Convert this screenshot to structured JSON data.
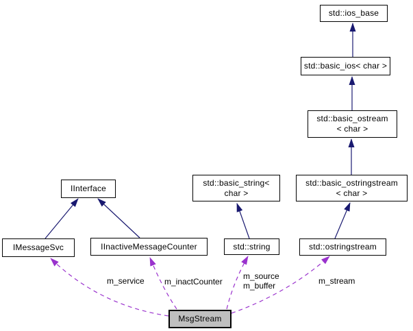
{
  "diagram": {
    "type": "doxygen-collaboration-diagram",
    "colors": {
      "inheritance_edge": "#191970",
      "usage_edge": "#9a32cd",
      "node_fill": "#ffffff",
      "node_border": "#000000",
      "focus_node_fill": "#bfbfbf",
      "text": "#000000",
      "background": "#ffffff"
    },
    "nodes": {
      "ios_base": {
        "label": "std::ios_base"
      },
      "basic_ios": {
        "label": "std::basic_ios< char >"
      },
      "basic_ostream": {
        "line1": "std::basic_ostream",
        "line2": "< char >"
      },
      "basic_ostringstream": {
        "line1": "std::basic_ostringstream",
        "line2": "< char >"
      },
      "ostringstream": {
        "label": "std::ostringstream"
      },
      "basic_string": {
        "line1": "std::basic_string<",
        "line2": "char >"
      },
      "string": {
        "label": "std::string"
      },
      "iinterface": {
        "label": "IInterface"
      },
      "imessagesvc": {
        "label": "IMessageSvc"
      },
      "iinactivemessagecounter": {
        "label": "IInactiveMessageCounter"
      },
      "msgstream": {
        "label": "MsgStream"
      }
    },
    "edge_labels": {
      "m_service": "m_service",
      "m_inactCounter": "m_inactCounter",
      "m_source": "m_source",
      "m_buffer": "m_buffer",
      "m_stream": "m_stream"
    }
  }
}
